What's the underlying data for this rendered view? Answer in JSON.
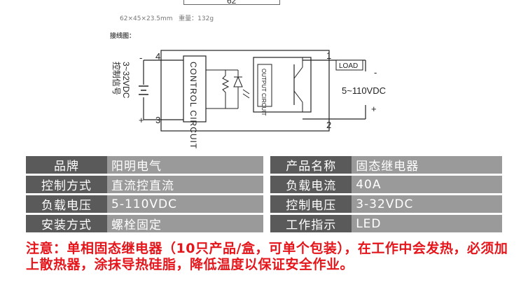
{
  "dimension": {
    "width_label": "62"
  },
  "product_meta": {
    "size": "62×45×23.5mm",
    "weight_label": "重量：",
    "weight_value": "132g"
  },
  "wiring_title": "接线图：",
  "diagram": {
    "terminal_4": "4",
    "terminal_3": "3",
    "terminal_1": "1",
    "terminal_2": "2",
    "minus_left": "-",
    "plus_left": "+",
    "minus_right": "-",
    "plus_right": "+",
    "control_voltage": "3~32VDC",
    "control_signal": "控制信号",
    "control_circuit": "CONTROL CIRCUIT",
    "output_circuit": "OUTPUT CIRCUIT",
    "load": "LOAD",
    "load_voltage": "5~110VDC"
  },
  "specs": [
    {
      "k1": "品牌",
      "v1": "阳明电气",
      "k2": "产品名称",
      "v2": "固态继电器"
    },
    {
      "k1": "控制方式",
      "v1": "直流控直流",
      "k2": "负载电流",
      "v2": "40A"
    },
    {
      "k1": "负载电压",
      "v1": "5-110VDC",
      "k2": "控制电压",
      "v2": "3-32VDC"
    },
    {
      "k1": "安装方式",
      "v1": "螺栓固定",
      "k2": "工作指示",
      "v2": "LED"
    }
  ],
  "notice": "注意：单相固态继电器（10只产品/盒，可单个包装），在工作中会发热，必须加上散热器，涂抹导热硅脂，降低温度以保证安全作业。"
}
